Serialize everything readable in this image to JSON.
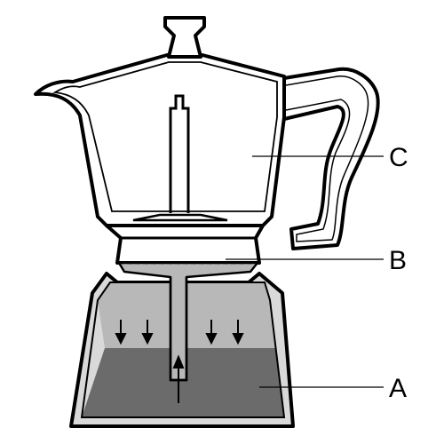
{
  "labels": {
    "water_chamber": "A",
    "coffee_basket": "B",
    "collection_chamber": "C"
  },
  "colors": {
    "outline": "#000000",
    "background": "#ffffff",
    "steam_space": "#b8b8b8",
    "water": "#6b6b6b",
    "base_shell": "#d9d9d9"
  }
}
